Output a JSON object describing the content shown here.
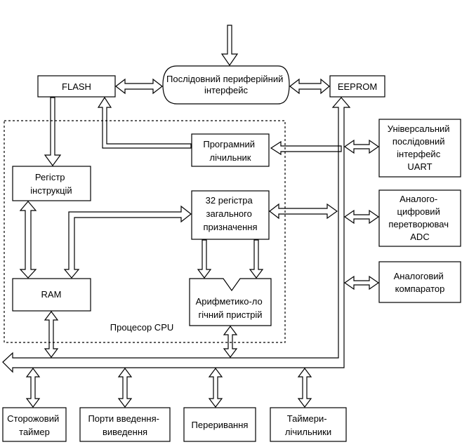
{
  "blocks": {
    "flash": {
      "lines": [
        "FLASH"
      ]
    },
    "serial": {
      "lines": [
        "Послідовний периферійний",
        "інтерфейс"
      ]
    },
    "eeprom": {
      "lines": [
        "EEPROM"
      ]
    },
    "pc": {
      "lines": [
        "Програмний",
        "лічильник"
      ]
    },
    "ir": {
      "lines": [
        "Регістр",
        "інструкцій"
      ]
    },
    "gpr": {
      "lines": [
        "32 регістра",
        "загального",
        "призначення"
      ]
    },
    "ram": {
      "lines": [
        "RAM"
      ]
    },
    "alu": {
      "lines": [
        "Арифметико-ло",
        "гічний пристрій"
      ]
    },
    "uart": {
      "lines": [
        "Універсальний",
        "послідовний",
        "інтерфейс",
        "UART"
      ]
    },
    "adc": {
      "lines": [
        "Аналого-",
        "цифровий",
        "перетворювач",
        "ADC"
      ]
    },
    "comparator": {
      "lines": [
        "Аналоговий",
        "компаратор"
      ]
    },
    "watchdog": {
      "lines": [
        "Сторожовий",
        "таймер"
      ]
    },
    "ports": {
      "lines": [
        "Порти введення-",
        "виведення"
      ]
    },
    "interrupts": {
      "lines": [
        "Переривання"
      ]
    },
    "timers": {
      "lines": [
        "Таймери-",
        "лічильники"
      ]
    }
  },
  "cpu_label": "Процесор CPU"
}
